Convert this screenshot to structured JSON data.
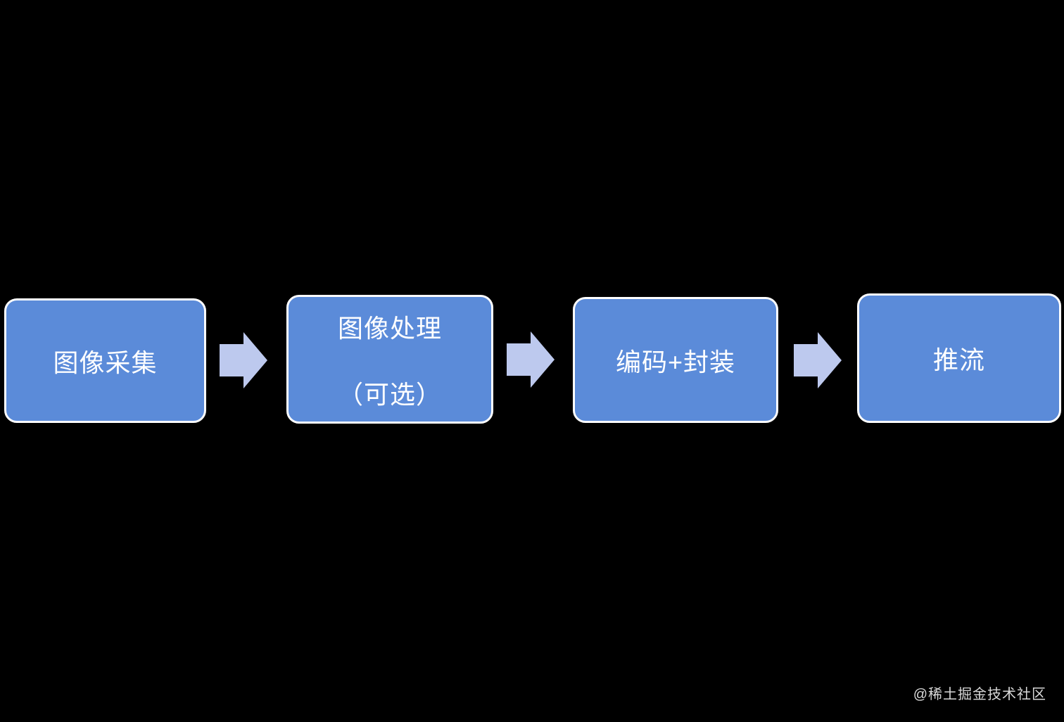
{
  "diagram": {
    "type": "flowchart",
    "direction": "left-to-right",
    "background_color": "#000000",
    "box_fill_color": "#5b8bd9",
    "box_border_color": "#ffffff",
    "box_text_color": "#ffffff",
    "arrow_color": "#bdc9ee",
    "steps": [
      {
        "id": "capture",
        "lines": {
          "0": "图像采集"
        }
      },
      {
        "id": "process",
        "lines": {
          "0": "图像处理",
          "1": "（可选）"
        }
      },
      {
        "id": "encode",
        "lines": {
          "0": "编码+封装"
        }
      },
      {
        "id": "push",
        "lines": {
          "0": "推流"
        }
      }
    ],
    "connectors": [
      {
        "from": "capture",
        "to": "process",
        "icon": "right-block-arrow"
      },
      {
        "from": "process",
        "to": "encode",
        "icon": "right-block-arrow"
      },
      {
        "from": "encode",
        "to": "push",
        "icon": "right-block-arrow"
      }
    ]
  },
  "watermark": {
    "text": "@稀土掘金技术社区",
    "color": "#d9d9d9"
  }
}
